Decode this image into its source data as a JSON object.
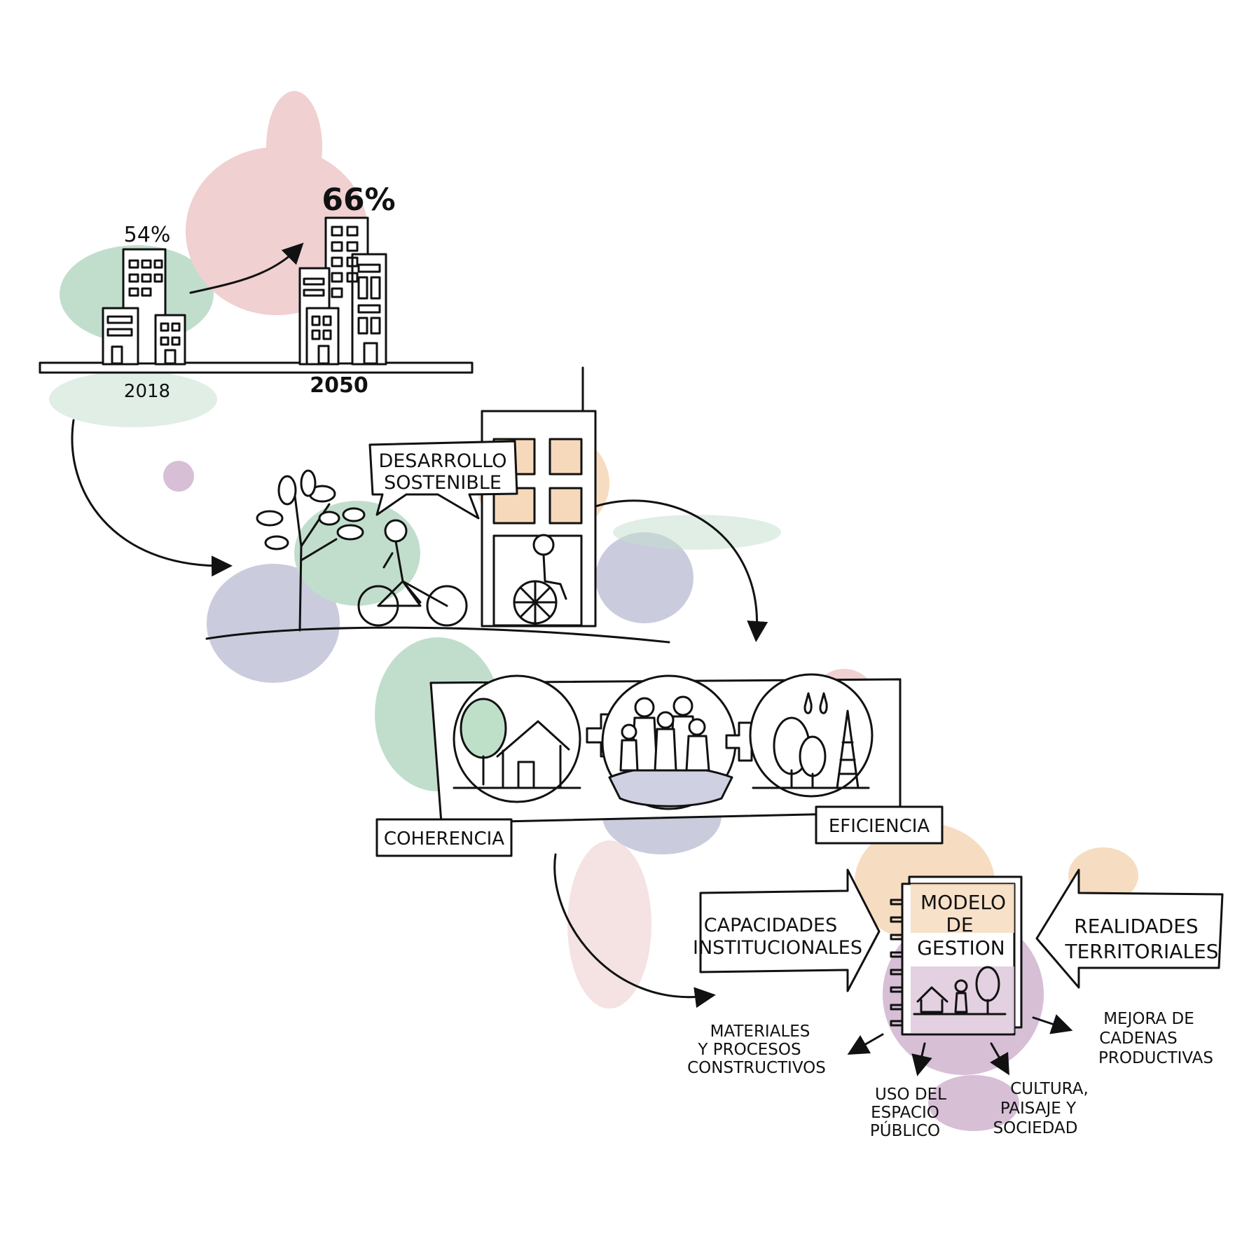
{
  "growth": {
    "pct_2018": "54%",
    "pct_2050": "66%",
    "year_2018": "2018",
    "year_2050": "2050"
  },
  "speech": {
    "line1": "DESARROLLO",
    "line2": "SOSTENIBLE"
  },
  "principles": {
    "left": "COHERENCIA",
    "right": "EFICIENCIA"
  },
  "model": {
    "line1": "MODELO",
    "line2": "DE",
    "line3": "GESTION"
  },
  "inputs": {
    "left": [
      "CAPACIDADES",
      "INSTITUCIONALES"
    ],
    "right": [
      "REALIDADES",
      "TERRITORIALES"
    ]
  },
  "outputs": [
    {
      "lines": [
        "MATERIALES",
        "Y PROCESOS",
        "CONSTRUCTIVOS"
      ]
    },
    {
      "lines": [
        "USO DEL",
        "ESPACIO",
        "PÚBLICO"
      ]
    },
    {
      "lines": [
        "CULTURA,",
        "PAISAJE Y",
        "SOCIEDAD"
      ]
    },
    {
      "lines": [
        "MEJORA DE",
        "CADENAS",
        "PRODUCTIVAS"
      ]
    }
  ],
  "colors": {
    "green": "#8fc4a5",
    "pink": "#e3a9ac",
    "orange": "#efbf8f",
    "blue": "#9ea3c2",
    "purple": "#b78bb5"
  }
}
